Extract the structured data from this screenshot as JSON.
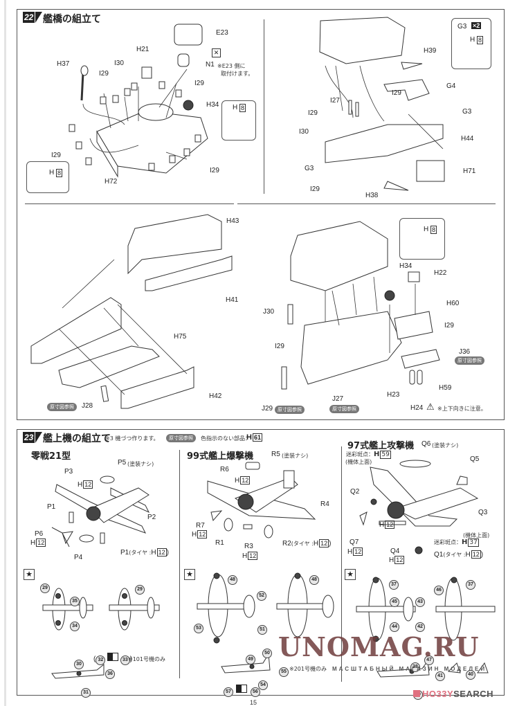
{
  "page_number": "15",
  "step22": {
    "number": "22",
    "title": "艦橋の組立て",
    "labels": {
      "E23": "E23",
      "H21": "H21",
      "H37": "H37",
      "I30": "I30",
      "I29": "I29",
      "N1": "N1",
      "N1_note_1": "※E23 側に",
      "N1_note_2": "取付けます。",
      "H34": "H34",
      "H72": "H72",
      "H39": "H39",
      "G4": "G4",
      "G3": "G3",
      "I27": "I27",
      "H44": "H44",
      "H71": "H71",
      "H38": "H38",
      "H43": "H43",
      "H41": "H41",
      "H75": "H75",
      "H42": "H42",
      "J28": "J28",
      "J30": "J30",
      "H22": "H22",
      "H60": "H60",
      "J36": "J36",
      "H59": "H59",
      "H23": "H23",
      "H24": "H24",
      "J27": "J27",
      "J29": "J29",
      "H24_note": "※上下向きに注意。"
    },
    "color_inset": {
      "prefix": "H",
      "code": "8"
    },
    "g3_inset": {
      "part": "G3",
      "multiplier": "×2",
      "prefix": "H",
      "code": "8"
    },
    "ref_badge": "原寸図参照"
  },
  "step23": {
    "number": "23",
    "title": "艦上機の組立て",
    "note": "※3 機づつ作ります。",
    "ref_badge": "原寸図参照",
    "default_color_label": "色指示のない部品：",
    "default_color_prefix": "H",
    "default_color_code": "61",
    "planes": [
      {
        "name": "零戦21型",
        "parts": {
          "P3": "P3",
          "P5": "P5",
          "P5_note": "(塗装ナシ)",
          "P1": "P1",
          "P2": "P2",
          "P6": "P6",
          "P4": "P4",
          "P1b": "P1",
          "P1b_note": "(タイヤ :",
          "color_prefix": "H",
          "color_code": "12"
        },
        "decals": {
          "d29": "29",
          "d35": "35",
          "d34": "34",
          "d29b": "29",
          "d30": "30",
          "d32": "32",
          "d33": "33",
          "d36": "36",
          "d31": "31"
        },
        "decal_note": "※101号機のみ"
      },
      {
        "name": "99式艦上爆撃機",
        "parts": {
          "R5": "R5",
          "R5_note": "(塗装ナシ)",
          "R6": "R6",
          "R4": "R4",
          "R7": "R7",
          "R1": "R1",
          "R3": "R3",
          "R2": "R2",
          "R2_note": "(タイヤ :",
          "color_prefix": "H",
          "color_code": "12"
        },
        "decals": {
          "d48": "48",
          "d52": "52",
          "d53": "53",
          "d51": "51",
          "d48b": "48",
          "d50": "50",
          "d49": "49",
          "d55": "55",
          "d54": "54",
          "d57": "57",
          "d56": "56"
        },
        "decal_note": "※201号機のみ"
      },
      {
        "name": "97式艦上攻撃機",
        "parts": {
          "Q6": "Q6",
          "Q6_note": "(塗装ナシ)",
          "Q5": "Q5",
          "Q2": "Q2",
          "Q3": "Q3",
          "Q7": "Q7",
          "Q4": "Q4",
          "Q1": "Q1",
          "Q1_note": "(タイヤ :",
          "camo_label": "迷彩斑点：",
          "camo_top_code": "59",
          "camo_top_note": "(機体上面)",
          "camo_bottom_code": "37",
          "camo_bottom_note": "(機体上面)",
          "color_prefix": "H",
          "color_code": "12"
        },
        "decals": {
          "d37": "37",
          "d45": "45",
          "d43": "43",
          "d44": "44",
          "d42": "42",
          "d46": "46",
          "d37b": "37",
          "d47": "47",
          "d38": "38",
          "d41": "41",
          "d40": "40",
          "d39": "39"
        }
      }
    ]
  },
  "watermark": {
    "main": "UNOMAG.RU",
    "sub": "МАСШТАБНЫЙ МАГАЗИН МОДЕЛЕЙ"
  },
  "hobby_search": {
    "hobby": "HO33Y",
    "search": "SEARCH",
    "hobby_color": "#e07080",
    "search_color": "#555555"
  },
  "icons": {
    "star": "★",
    "warning": "⚠"
  }
}
